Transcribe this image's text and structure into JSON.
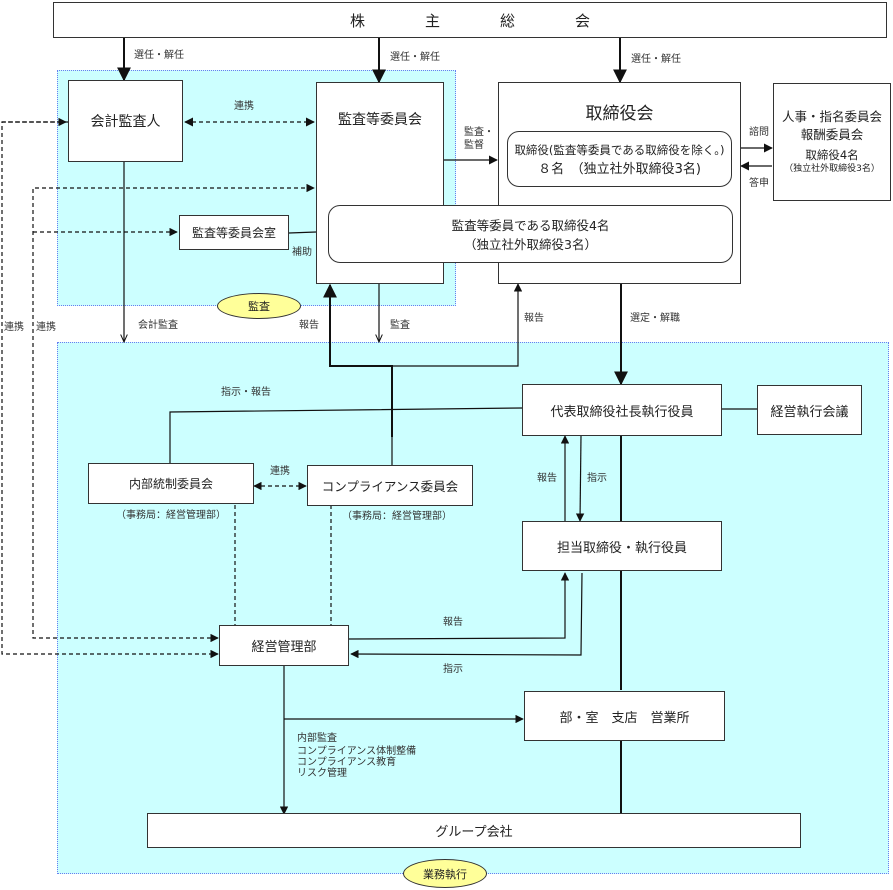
{
  "colors": {
    "region_fill": "#ccffff",
    "region_border": "#6a7cf0",
    "badge_fill": "#ffff99",
    "line": "#111111"
  },
  "shareholders": {
    "label": "株　　　　主　　　　総　　　　会"
  },
  "regions": {
    "audit": {
      "badge": "監査"
    },
    "execution": {
      "badge": "業務執行"
    }
  },
  "nodes": {
    "accounting_auditor": "会計監査人",
    "audit_committee": "監査等委員会",
    "audit_committee_office": "監査等委員会室",
    "board": {
      "title": "取締役会",
      "directors_line1": "取締役(監査等委員である取締役を除く。)",
      "directors_line2": "８名　（独立社外取締役3名)",
      "audit_directors_line1": "監査等委員である取締役4名",
      "audit_directors_line2": "（独立社外取締役3名）"
    },
    "nomination_committee": {
      "line1": "人事・指名委員会",
      "line2": "報酬委員会",
      "line3": "取締役4名",
      "line4": "（独立社外取締役3名）"
    },
    "president": "代表取締役社長執行役員",
    "management_meeting": "経営執行会議",
    "internal_control_committee": "内部統制委員会",
    "internal_control_secretariat": "（事務局：経営管理部）",
    "compliance_committee": "コンプライアンス委員会",
    "compliance_secretariat": "（事務局：経営管理部）",
    "officers": "担当取締役・執行役員",
    "management_dept": "経営管理部",
    "departments": "部・室　支店　営業所",
    "group_companies": "グループ会社"
  },
  "edge_labels": {
    "elect_dismiss_1": "選任・解任",
    "elect_dismiss_2": "選任・解任",
    "elect_dismiss_3": "選任・解任",
    "cooperation_top": "連携",
    "audit_supervise_1": "監査・",
    "audit_supervise_2": "監督",
    "consult": "諮問",
    "report_back": "答申",
    "assist": "補助",
    "accounting_audit": "会計監査",
    "report_1": "報告",
    "audit": "監査",
    "report_2": "報告",
    "select_dismiss": "選定・解職",
    "instruct_report": "指示・報告",
    "cooperation_mid": "連携",
    "cooperation_left_1": "連携",
    "cooperation_left_2": "連携",
    "report_3": "報告",
    "instruct_1": "指示",
    "report_4": "報告",
    "instruct_2": "指示",
    "mgmt_duties": [
      "内部監査",
      "コンプライアンス体制整備",
      "コンプライアンス教育",
      "リスク管理"
    ]
  }
}
